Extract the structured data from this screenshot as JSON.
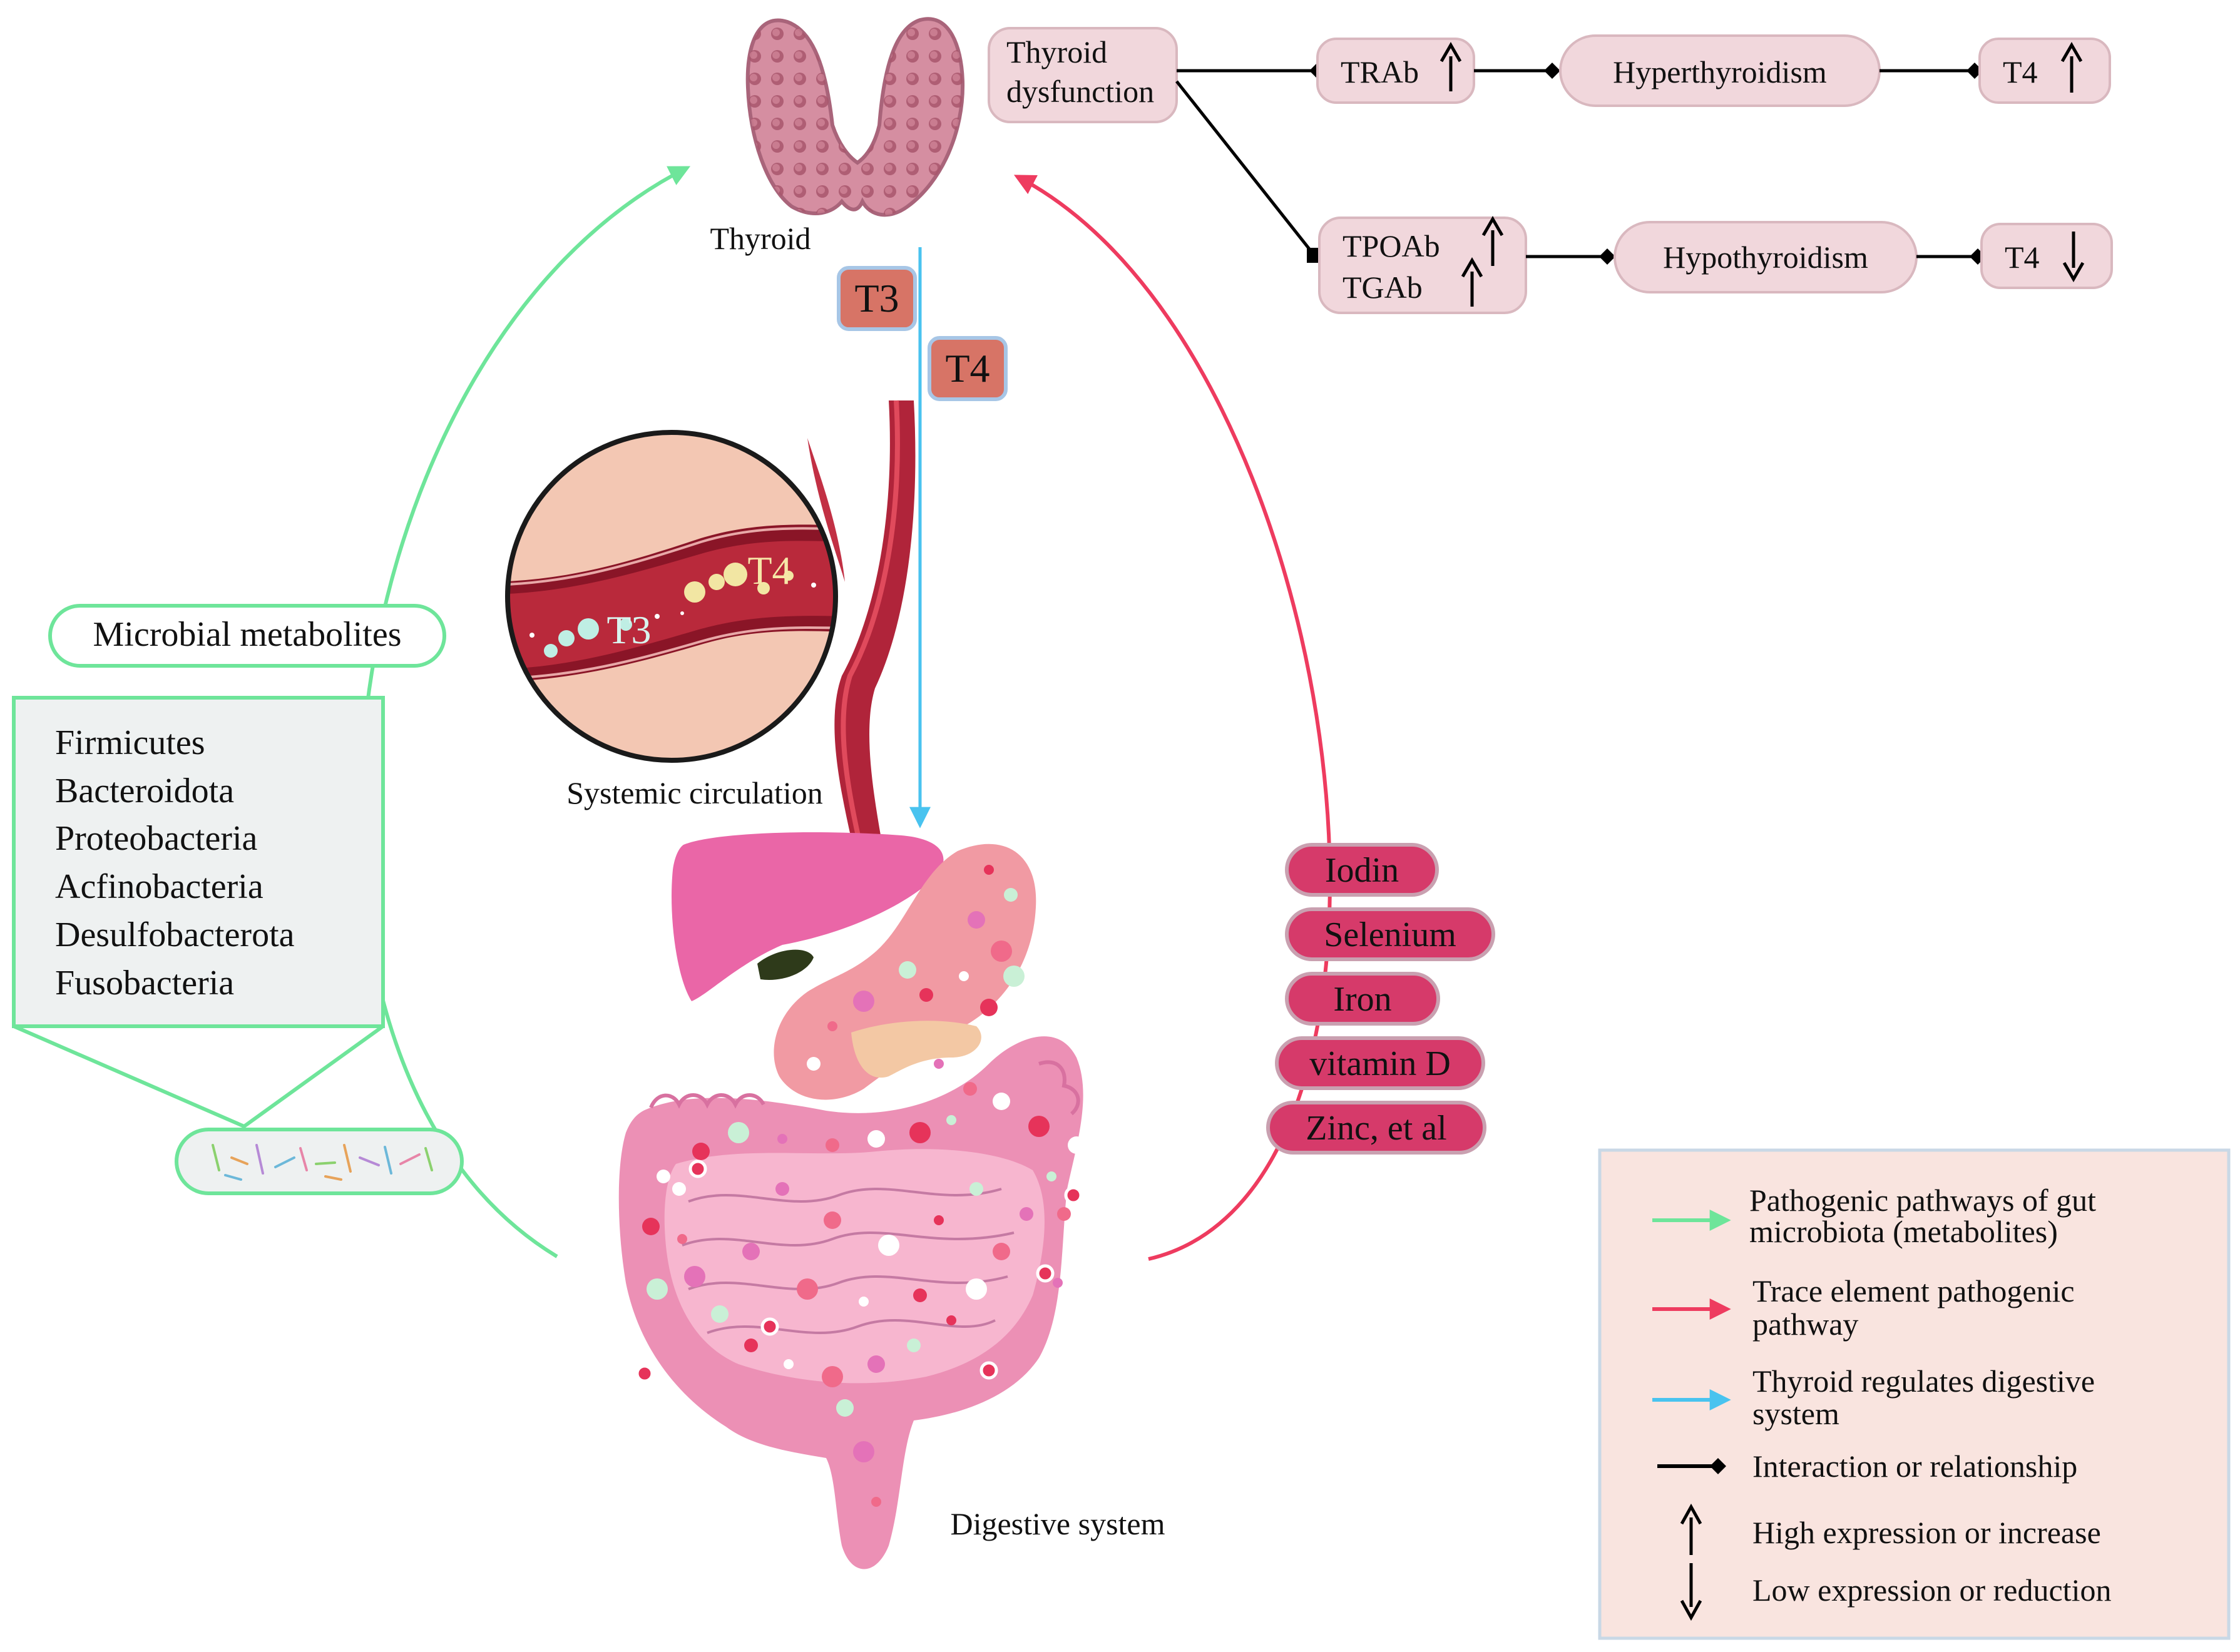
{
  "labels": {
    "thyroid": "Thyroid",
    "systemic_circulation": "Systemic circulation",
    "digestive_system": "Digestive system",
    "t3_tag": "T3",
    "t4_tag": "T4",
    "t3_vessel": "T3",
    "t4_vessel": "T4",
    "microbial_metabolites": "Microbial metabolites"
  },
  "pathway": {
    "thyroid_dysfunction": [
      "Thyroid",
      "dysfunction"
    ],
    "trab": "TRAb",
    "hyperthyroidism": "Hyperthyroidism",
    "t4_high": "T4",
    "tpoab": "TPOAb",
    "tgab": "TGAb",
    "hypothyroidism": "Hypothyroidism",
    "t4_low": "T4"
  },
  "microbiota": {
    "phyla": [
      "Firmicutes",
      "Bacteroidota",
      "Proteobacteria",
      "Acfinobacteria",
      "Desulfobacterota",
      "Fusobacteria"
    ]
  },
  "trace_elements": [
    "Iodin",
    "Selenium",
    "Iron",
    "vitamin D",
    "Zinc, et al"
  ],
  "legend": {
    "items": [
      {
        "lines": [
          "Pathogenic pathways of gut",
          "microbiota (metabolites)"
        ],
        "symbol": "arrow",
        "color": "#6ee59a"
      },
      {
        "lines": [
          "Trace element pathogenic",
          "pathway"
        ],
        "symbol": "arrow",
        "color": "#ee3b5f"
      },
      {
        "lines": [
          "Thyroid regulates digestive",
          "system"
        ],
        "symbol": "arrow",
        "color": "#49c3ef"
      },
      {
        "lines": [
          "Interaction or relationship"
        ],
        "symbol": "diamond-line",
        "color": "#000000"
      },
      {
        "lines": [
          "High expression or increase"
        ],
        "symbol": "up-arrow",
        "color": "#000000"
      },
      {
        "lines": [
          "Low expression or reduction"
        ],
        "symbol": "down-arrow",
        "color": "#000000"
      }
    ]
  },
  "colors": {
    "pathway_box": "#f1d7dc",
    "trace_pill": "#d63a6a",
    "hormone_tag": "#d77466",
    "green_path": "#6ee59a",
    "red_path": "#ee3b5f",
    "blue_path": "#49c3ef",
    "legend_bg": "#f9e4df"
  }
}
